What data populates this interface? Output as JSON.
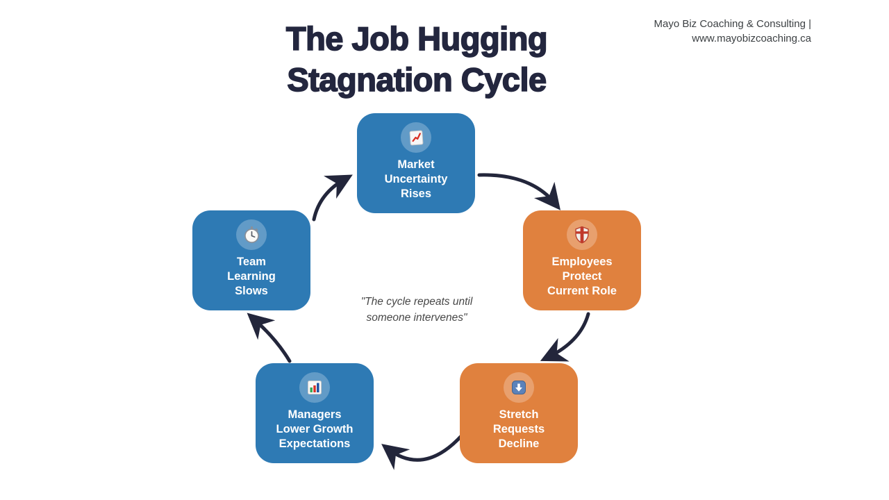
{
  "title": {
    "line1": "The Job Hugging",
    "line2": "Stagnation Cycle"
  },
  "branding": {
    "company": "Mayo Biz Coaching & Consulting |",
    "website": "www.mayobizcoaching.ca"
  },
  "center_quote": {
    "line1": "\"The cycle repeats until",
    "line2": "someone intervenes\""
  },
  "colors": {
    "blue_node": "#2E7AB4",
    "orange_node": "#E0813E",
    "title_text": "#23263E",
    "arrow": "#23263B",
    "node_text": "#FFFFFF",
    "background": "#FFFFFF"
  },
  "nodes": [
    {
      "id": "market-uncertainty",
      "lines": [
        "Market",
        "Uncertainty",
        "Rises"
      ],
      "icon": "chart-increasing-icon",
      "color": "#2E7AB4"
    },
    {
      "id": "employees-protect",
      "lines": [
        "Employees",
        "Protect",
        "Current Role"
      ],
      "icon": "shield-icon",
      "color": "#E0813E"
    },
    {
      "id": "stretch-requests",
      "lines": [
        "Stretch",
        "Requests",
        "Decline"
      ],
      "icon": "down-arrow-button-icon",
      "color": "#E0813E"
    },
    {
      "id": "managers-lower",
      "lines": [
        "Managers",
        "Lower Growth",
        "Expectations"
      ],
      "icon": "bar-chart-icon",
      "color": "#2E7AB4"
    },
    {
      "id": "team-learning",
      "lines": [
        "Team",
        "Learning",
        "Slows"
      ],
      "icon": "stopwatch-icon",
      "color": "#2E7AB4"
    }
  ]
}
